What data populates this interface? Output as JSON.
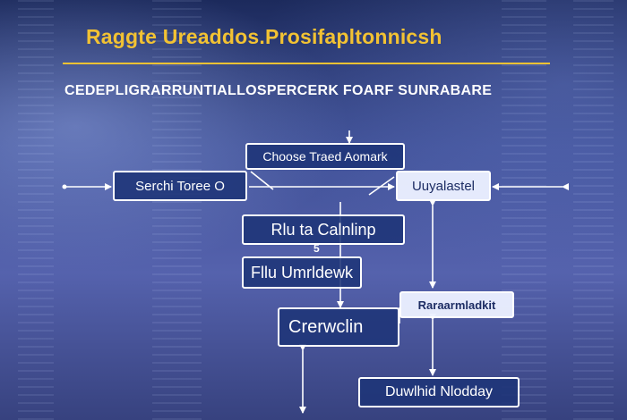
{
  "title": "Raggte Ureaddos.Prosifapltonnicsh",
  "subtitle": "CEDEPLIGRARRUNTIALLOSPERCERK FOARF SUNRABARE",
  "nodes": {
    "choose": "Choose Traed Aomark",
    "search": "Serchi Toree O",
    "update": "Uuyalastel",
    "trigger": "Rlu  ta  Calnlinp",
    "marker": "5",
    "fill": "Fllu Umrldewk",
    "parameter": "Raraarmladkit",
    "create": "Crerwclin",
    "download": "Duwlhid Nlodday"
  },
  "colors": {
    "title": "#f2c233",
    "node_border": "#ffffff",
    "node_fill": "#1e3478",
    "node_light_fill": "#ebf0ff"
  }
}
